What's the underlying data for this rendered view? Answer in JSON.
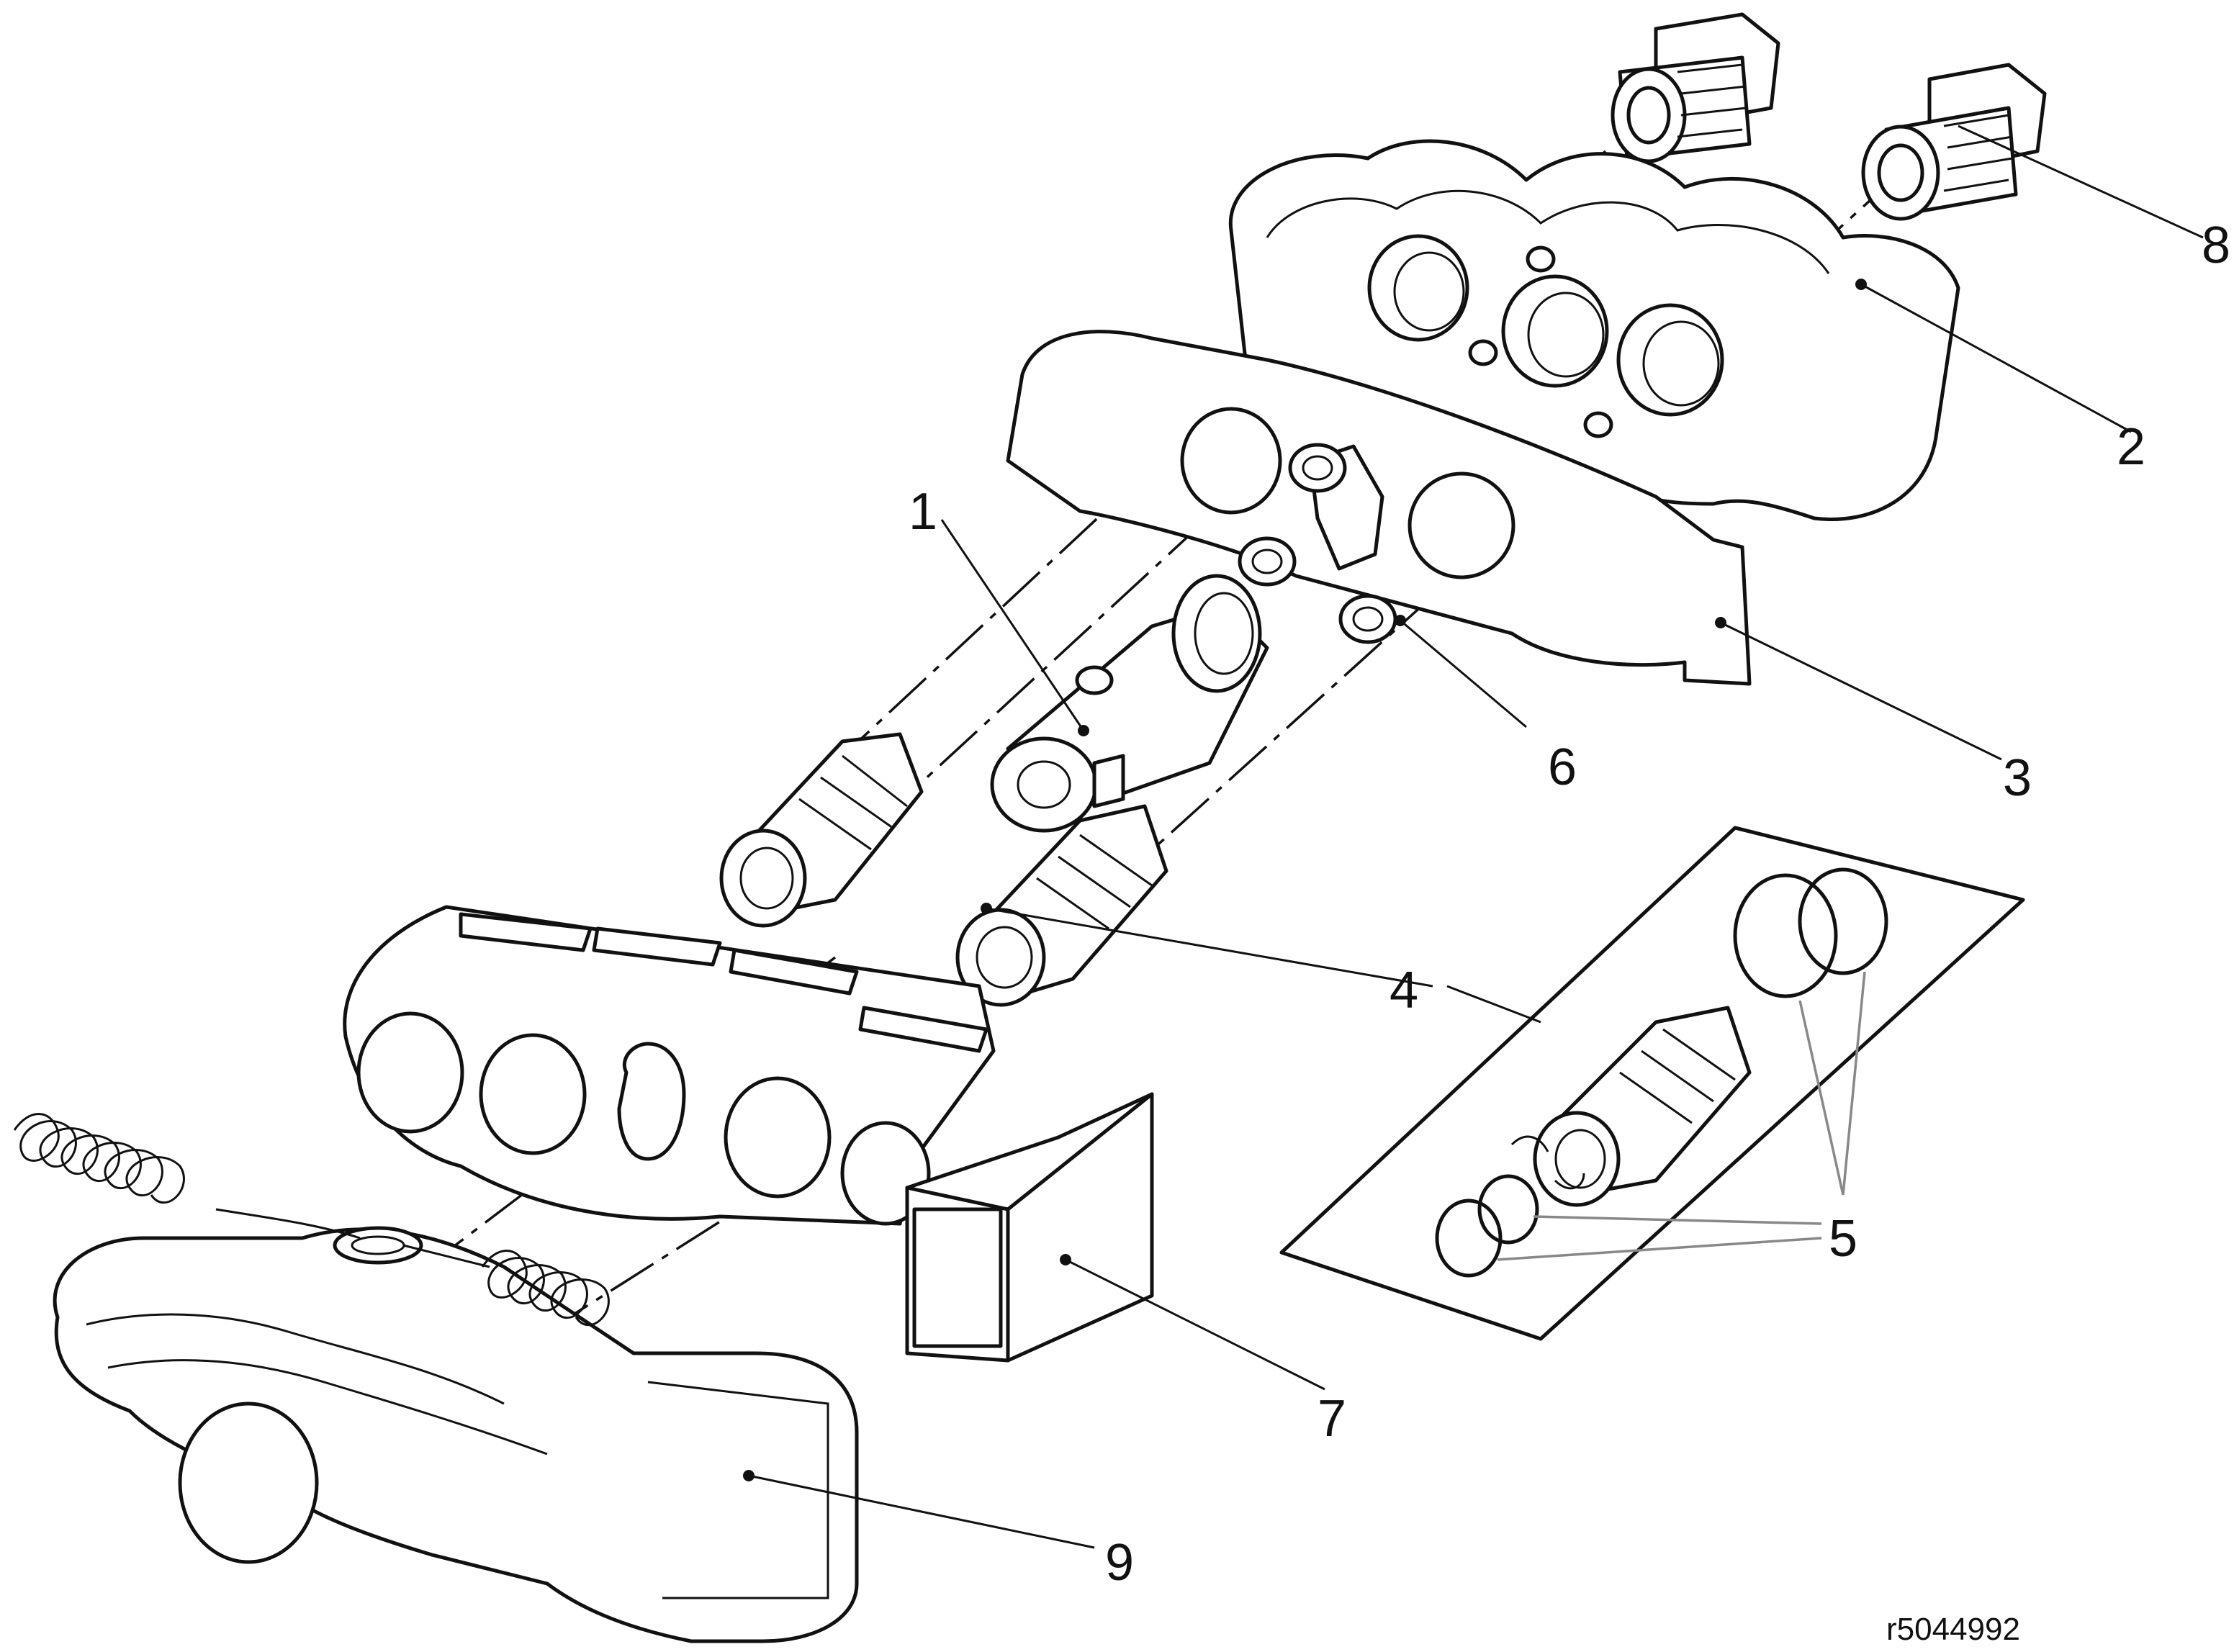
{
  "callouts": {
    "c1": "1",
    "c2": "2",
    "c3": "3",
    "c4": "4",
    "c5": "5",
    "c6": "6",
    "c7": "7",
    "c8": "8",
    "c9": "9"
  },
  "reference_code": "r5044992",
  "line_color": "#111111",
  "background_color": "#ffffff"
}
